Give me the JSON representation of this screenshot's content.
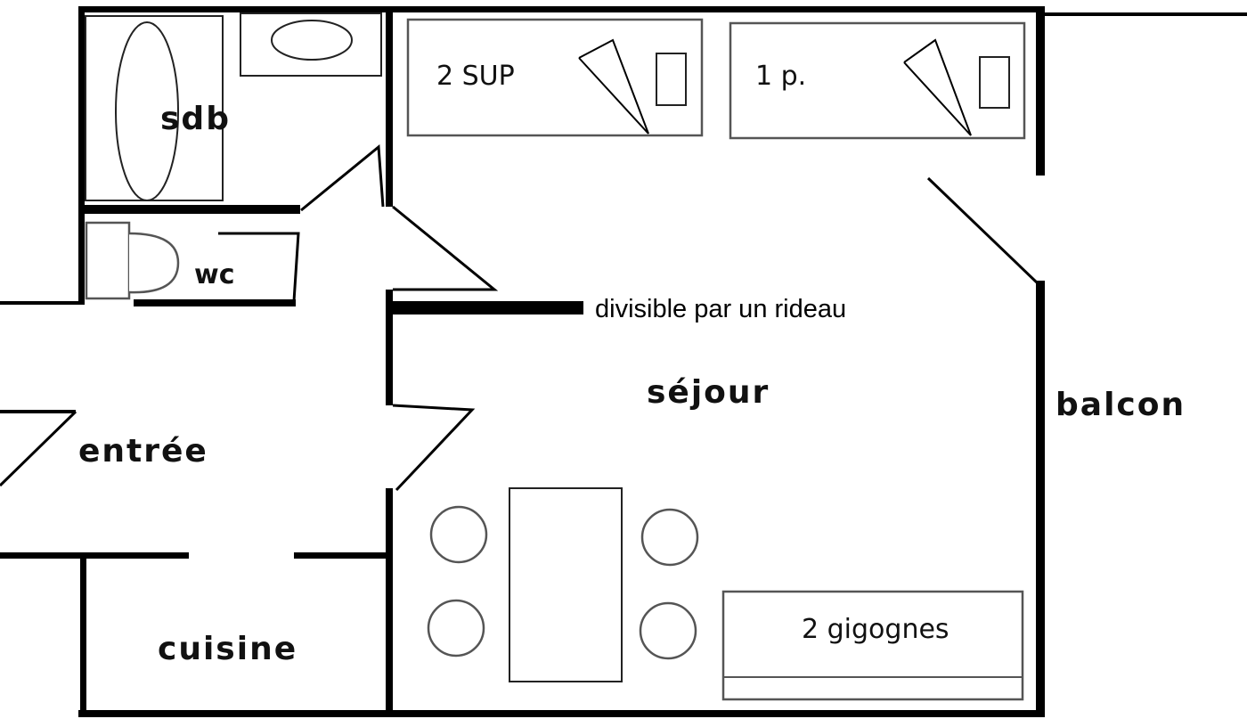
{
  "plan": {
    "rooms": {
      "sdb": "sdb",
      "wc": "wc",
      "entree": "entrée",
      "cuisine": "cuisine",
      "sejour": "séjour",
      "balcon": "balcon"
    },
    "beds": {
      "bed1": "2 SUP",
      "bed2": "1 p.",
      "gigognes": "2 gigognes"
    },
    "note": "divisible par un rideau"
  }
}
